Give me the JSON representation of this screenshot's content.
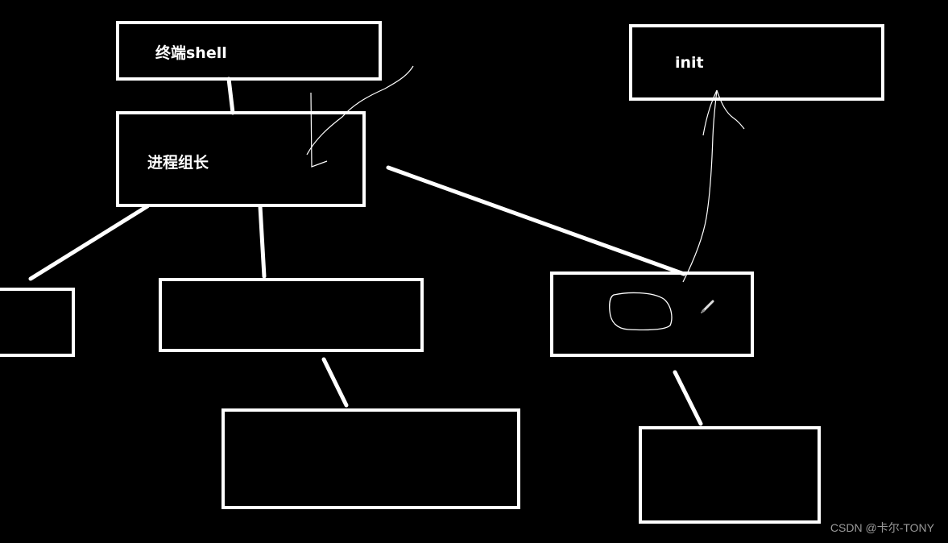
{
  "diagram": {
    "nodes": {
      "terminal_shell": {
        "label": "终端shell"
      },
      "group_leader": {
        "label": "进程组长"
      },
      "init": {
        "label": "init"
      }
    }
  },
  "watermark": "CSDN @卡尔-TONY",
  "colors": {
    "background": "#000000",
    "stroke": "#ffffff",
    "watermark": "#9a9a9a"
  }
}
